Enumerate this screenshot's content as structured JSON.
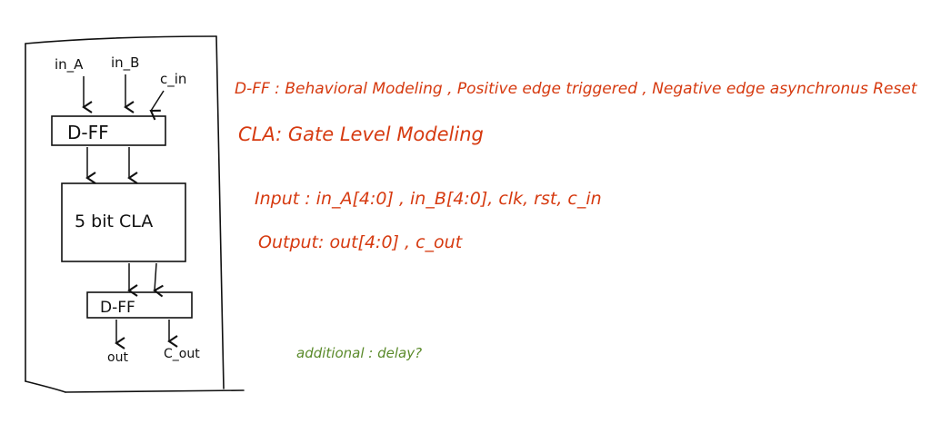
{
  "diagram": {
    "inputs": [
      "in_A",
      "in_B",
      "c_in"
    ],
    "blocks": {
      "dff_top": "D-FF",
      "cla": "5 bit CLA",
      "dff_bottom": "D-FF"
    },
    "outputs": [
      "out",
      "C_out"
    ]
  },
  "notes": {
    "line1": "D-FF : Behavioral Modeling , Positive edge triggered , Negative edge asynchronus Reset",
    "line2": "CLA: Gate Level Modeling",
    "input_line": "Input : in_A[4:0] , in_B[4:0], clk, rst, c_in",
    "output_line": "Output: out[4:0] , c_out",
    "additional": "additional : delay?"
  },
  "colors": {
    "ink": "#111111",
    "red": "#d63a10",
    "green": "#5a8a2a"
  }
}
